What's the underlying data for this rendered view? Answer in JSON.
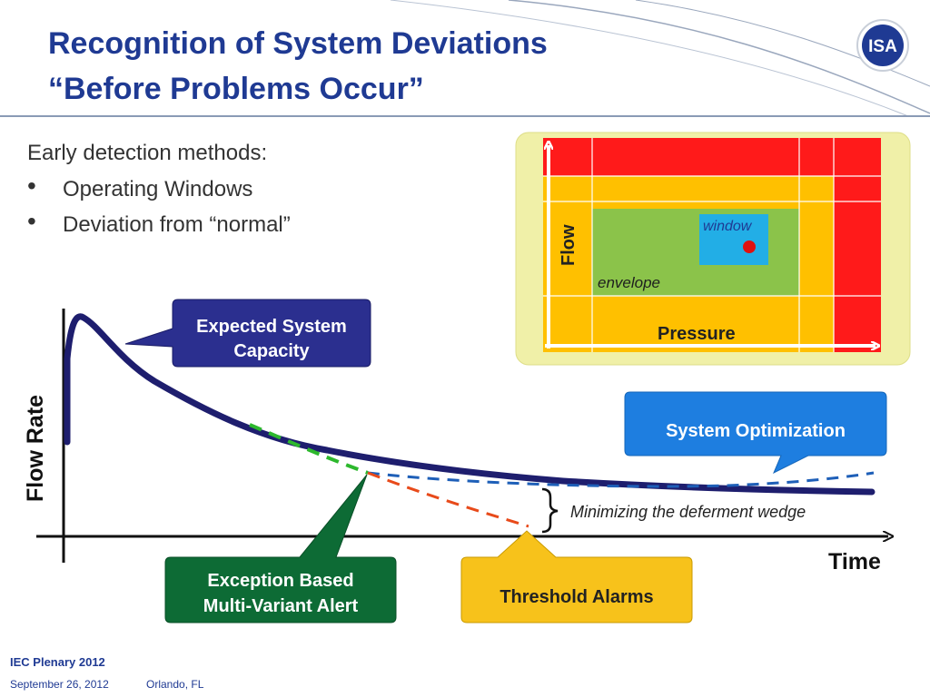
{
  "slide": {
    "title_line1": "Recognition of System Deviations",
    "title_line2": "“Before Problems Occur”"
  },
  "logo": {
    "text": "ISA"
  },
  "bullets": {
    "heading": "Early detection methods:",
    "items": [
      "Operating Windows",
      "Deviation from “normal”"
    ]
  },
  "operating_window": {
    "y_axis": "Flow",
    "x_axis": "Pressure",
    "window_label": "window",
    "envelope_label": "envelope"
  },
  "flow_chart": {
    "y_axis": "Flow Rate",
    "x_axis": "Time",
    "wedge_label": "Minimizing the deferment wedge"
  },
  "callouts": {
    "expected_capacity": [
      "Expected System",
      "Capacity"
    ],
    "system_optimization": "System Optimization",
    "exception_alert": [
      "Exception Based",
      "Multi-Variant Alert"
    ],
    "threshold_alarms": "Threshold Alarms"
  },
  "footer": {
    "event": "IEC Plenary 2012",
    "date": "September  26, 2012",
    "location": "Orlando, FL"
  },
  "colors": {
    "title": "#1f3a93",
    "curve": "#1e1e6e",
    "red_zone": "#ff1a1a",
    "amber_zone": "#ffc000",
    "green_zone": "#8bc34a",
    "window_blue": "#22aee6",
    "callout_navy": "#2b2f8f",
    "callout_blue": "#1e7ee0",
    "callout_green": "#0d6b35",
    "callout_amber": "#f7c21b"
  }
}
